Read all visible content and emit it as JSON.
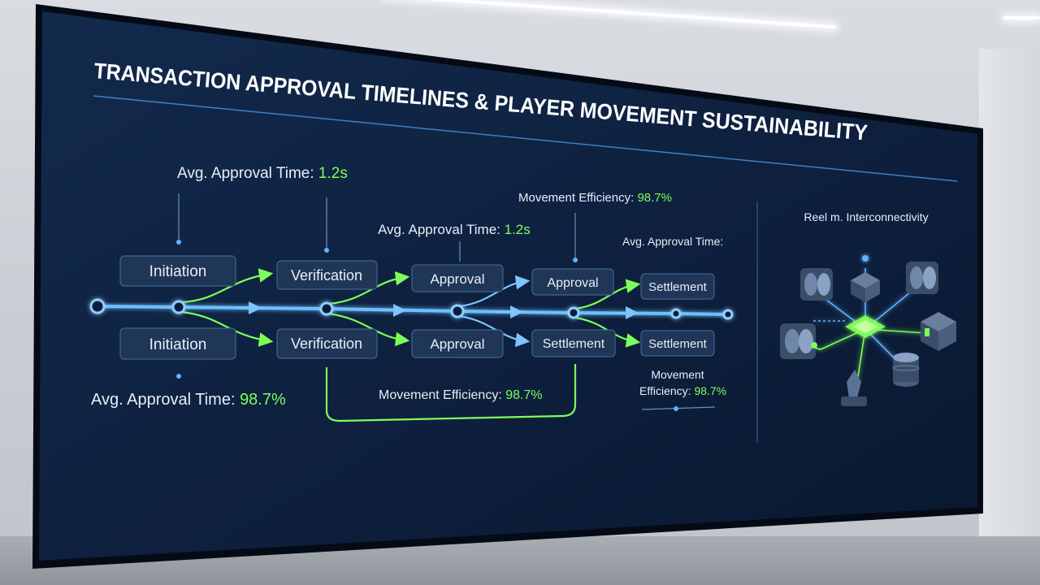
{
  "title": "TRANSACTION APPROVAL TIMELINES & PLAYER MOVEMENT SUSTAINABILITY",
  "annotations": {
    "top_left_label": "Avg. Approval Time: ",
    "top_left_value": "1.2s",
    "top_mid_label": "Avg. Approval Time: ",
    "top_mid_value": "1.2s",
    "top_right_label": "Movement Efficiency: ",
    "top_right_value": "98.7%",
    "upper_far_right": "Avg. Approval Time:",
    "bottom_left_label": "Avg. Approval Time: ",
    "bottom_left_value": "98.7%",
    "bottom_mid_label": "Movement Efficiency: ",
    "bottom_mid_value": "98.7%",
    "bottom_right_line1": "Movement",
    "bottom_right_line2_label": "Efficiency: ",
    "bottom_right_line2_value": "98.7%"
  },
  "top_row": [
    "Initiation",
    "Verification",
    "Approval",
    "Approval",
    "Settlement"
  ],
  "bottom_row": [
    "Initiation",
    "Verification",
    "Approval",
    "Settlement",
    "Settlement"
  ],
  "side_panel_title": "Reel m. Interconnectivity",
  "colors": {
    "screen_bg": "#0f1f3d",
    "accent_green": "#7dff5a",
    "accent_blue": "#5fb4ff",
    "box_fill": "#1f3656",
    "text": "#e8eef8"
  },
  "icons": [
    "reel-machine-icon",
    "chip-node-icon",
    "server-cube-icon",
    "trophy-icon",
    "coin-stack-icon"
  ]
}
